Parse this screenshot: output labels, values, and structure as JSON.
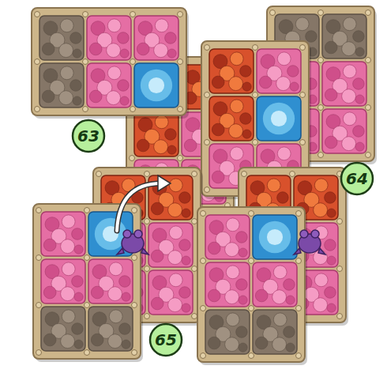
{
  "diagram": {
    "labels": [
      "63",
      "64",
      "65"
    ]
  }
}
